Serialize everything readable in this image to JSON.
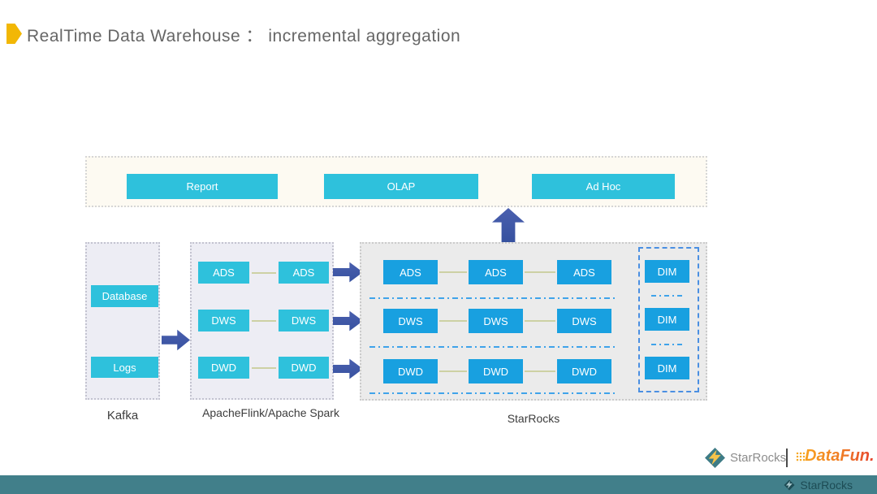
{
  "slide": {
    "title": "RealTime Data Warehouse ：  incremental aggregation"
  },
  "top_layer": {
    "boxes": [
      "Report",
      "OLAP",
      "Ad Hoc"
    ]
  },
  "sources": {
    "label": "Kafka",
    "boxes": [
      "Database",
      "Logs"
    ]
  },
  "compute": {
    "label": "ApacheFlink/Apache Spark",
    "rows": [
      [
        "ADS",
        "ADS"
      ],
      [
        "DWS",
        "DWS"
      ],
      [
        "DWD",
        "DWD"
      ]
    ]
  },
  "warehouse": {
    "label": "StarRocks",
    "rows": [
      [
        "ADS",
        "ADS",
        "ADS"
      ],
      [
        "DWS",
        "DWS",
        "DWS"
      ],
      [
        "DWD",
        "DWD",
        "DWD"
      ]
    ],
    "dim_boxes": [
      "DIM",
      "DIM",
      "DIM"
    ]
  },
  "footer": {
    "starrocks_label": "StarRocks",
    "datafun_label": "DataFun."
  },
  "bottom_bar": {
    "brand": "StarRocks"
  },
  "colors": {
    "cyan_node": "#2EC1DC",
    "blue_node": "#18A0E0",
    "arrow_blue": "#3D55A6",
    "accent_yellow": "#F2B705",
    "top_panel_bg": "#FDFAF2",
    "lavender_panel_bg": "#EDEDF4",
    "grey_panel_bg": "#EBEBEB",
    "dim_border_blue": "#4A8FE2",
    "separator_blue": "#3FA3EA",
    "connector_olive": "#CDD1A4",
    "bottom_bar_teal": "#417F8A",
    "datafun_orange": "#F8A11F",
    "datafun_red": "#E6432E"
  }
}
